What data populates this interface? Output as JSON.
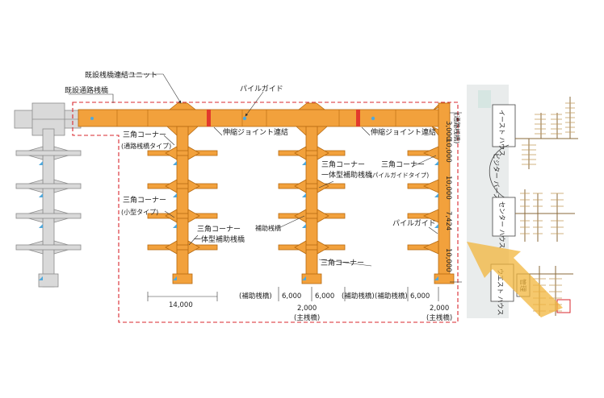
{
  "colors": {
    "new_structure": "#f2a13c",
    "new_stroke": "#b76a10",
    "existing_structure": "#d9d9d9",
    "existing_stroke": "#8a8a8a",
    "boundary": "#d9272e",
    "joint": "#e23a2c",
    "guide_dot": "#4fa8dc",
    "map_bg": "#e9ecec",
    "map_water": "#d6e6e2",
    "arrow": "#f2b63c"
  },
  "labels": {
    "existing_connection_unit": "既設桟橋連結ユニット",
    "existing_access_bridge": "既設通路桟橋",
    "pile_guide": "パイルガイド",
    "expansion_joint_1": "伸縮ジョイント連結",
    "expansion_joint_2": "伸縮ジョイント連結",
    "tri_corner_access_l1": "三角コーナー",
    "tri_corner_access_l2": "(通路桟橋タイプ)",
    "tri_corner_small_l1": "三角コーナー",
    "tri_corner_small_l2": "(小型タイプ)",
    "tri_corner_integrated_a_l1": "三角コーナー",
    "tri_corner_integrated_a_l2": "一体型補助桟橋",
    "tri_corner_integrated_b_l1": "三角コーナー",
    "tri_corner_integrated_b_l2": "一体型補助桟橋",
    "tri_corner_guide_l1": "三角コーナー",
    "tri_corner_guide_l2": "(パイルガイドタイプ)",
    "aux_pier": "補助桟橋",
    "tri_corner_plain": "三角コーナー",
    "pile_guide_right": "パイルガイド"
  },
  "dimensions": {
    "span_14000": "14,000",
    "dim_6000_a": "6,000",
    "dim_6000_b": "6,000",
    "dim_6000_c": "6,000",
    "aux_a": "(補助桟橋)",
    "aux_b": "(補助桟橋)",
    "aux_c": "(補助桟橋)",
    "main_width_a": "2,000",
    "main_a": "(主桟橋)",
    "main_width_b": "2,000",
    "main_b": "(主桟橋)",
    "vert_3000": "3,000",
    "vert_access": "(通路桟橋)",
    "vert_10000_a": "10,000",
    "vert_10000_b": "10,000",
    "vert_7424": "7,424",
    "vert_10000_c": "10,000"
  },
  "map": {
    "east_house": "イースト ハウス",
    "visitor_berth": "ビジター バース",
    "center_house": "センター ハウス",
    "west_house": "ウエスト ハウス",
    "office": "管理"
  }
}
